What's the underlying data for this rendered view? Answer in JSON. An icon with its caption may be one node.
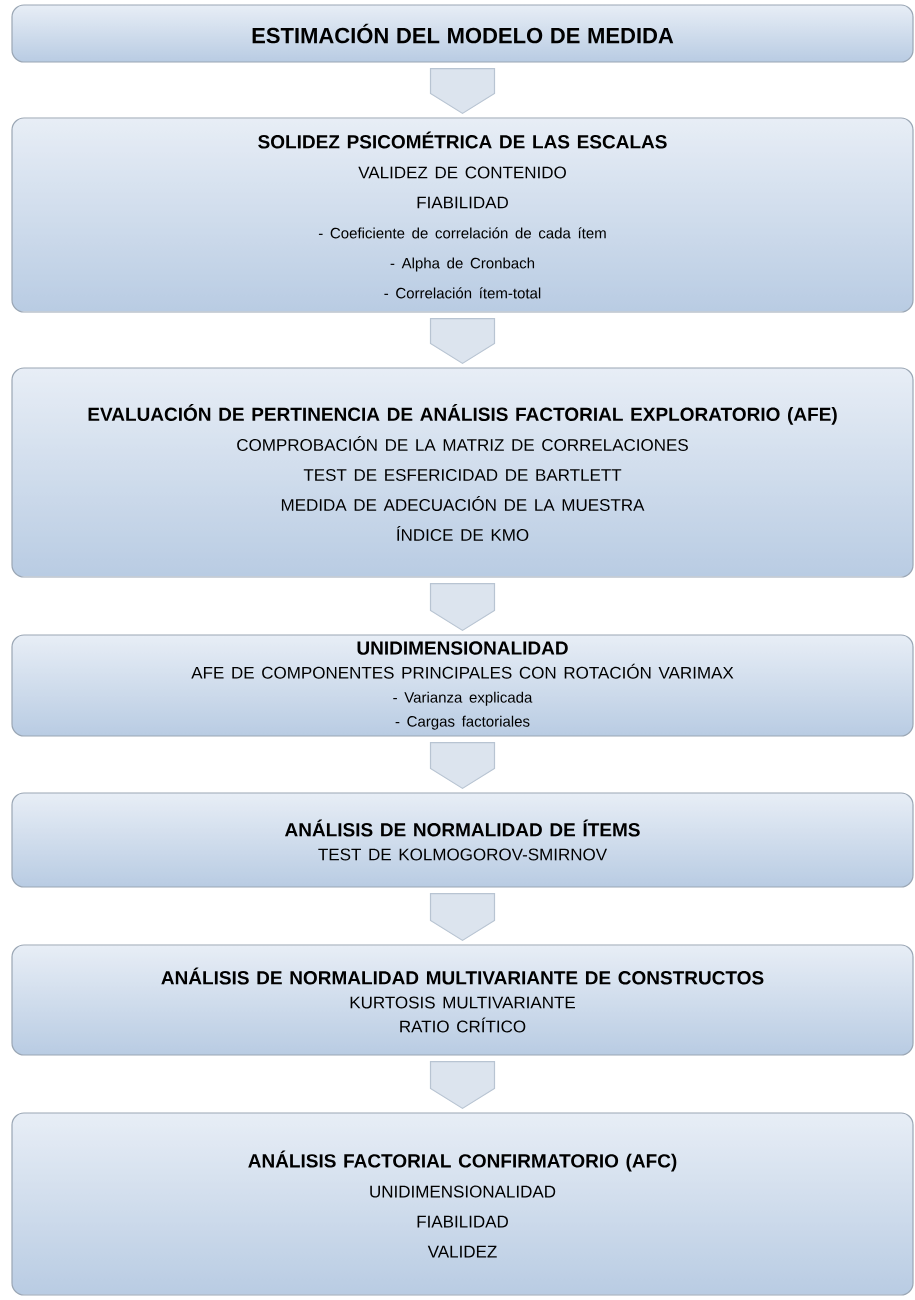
{
  "diagram": {
    "nodes": [
      {
        "text": [
          "ESTIMACIÓN DEL MODELO DE MEDIDA"
        ]
      },
      {
        "text": [
          "SOLIDEZ PSICOMÉTRICA DE LAS ESCALAS",
          "VALIDEZ DE CONTENIDO",
          "FIABILIDAD",
          "- Coeficiente de correlación de cada ítem",
          "- Alpha de Cronbach",
          "- Correlación ítem-total"
        ]
      },
      {
        "text": [
          "EVALUACIÓN DE PERTINENCIA DE ANÁLISIS FACTORIAL EXPLORATORIO (AFE)",
          "COMPROBACIÓN DE LA MATRIZ DE CORRELACIONES",
          "TEST DE ESFERICIDAD DE BARTLETT",
          "MEDIDA DE ADECUACIÓN DE LA MUESTRA",
          "ÍNDICE DE KMO"
        ]
      },
      {
        "text": [
          "UNIDIMENSIONALIDAD",
          "AFE DE COMPONENTES PRINCIPALES CON ROTACIÓN VARIMAX",
          "- Varianza explicada",
          "- Cargas factoriales"
        ]
      },
      {
        "text": [
          "ANÁLISIS DE NORMALIDAD DE ÍTEMS",
          "TEST DE KOLMOGOROV-SMIRNOV"
        ]
      },
      {
        "text": [
          "ANÁLISIS DE NORMALIDAD MULTIVARIANTE DE CONSTRUCTOS",
          "KURTOSIS MULTIVARIANTE",
          "RATIO CRÍTICO"
        ]
      },
      {
        "text": [
          "ANÁLISIS FACTORIAL CONFIRMATORIO (AFC)",
          "UNIDIMENSIONALIDAD",
          "FIABILIDAD",
          "VALIDEZ"
        ]
      }
    ],
    "edges": [
      {
        "from": 0,
        "to": 1,
        "arrow": "to"
      },
      {
        "from": 1,
        "to": 2,
        "arrow": "to"
      },
      {
        "from": 2,
        "to": 3,
        "arrow": "to"
      },
      {
        "from": 3,
        "to": 4,
        "arrow": "to"
      },
      {
        "from": 4,
        "to": 5,
        "arrow": "to"
      },
      {
        "from": 5,
        "to": 6,
        "arrow": "to"
      }
    ]
  }
}
